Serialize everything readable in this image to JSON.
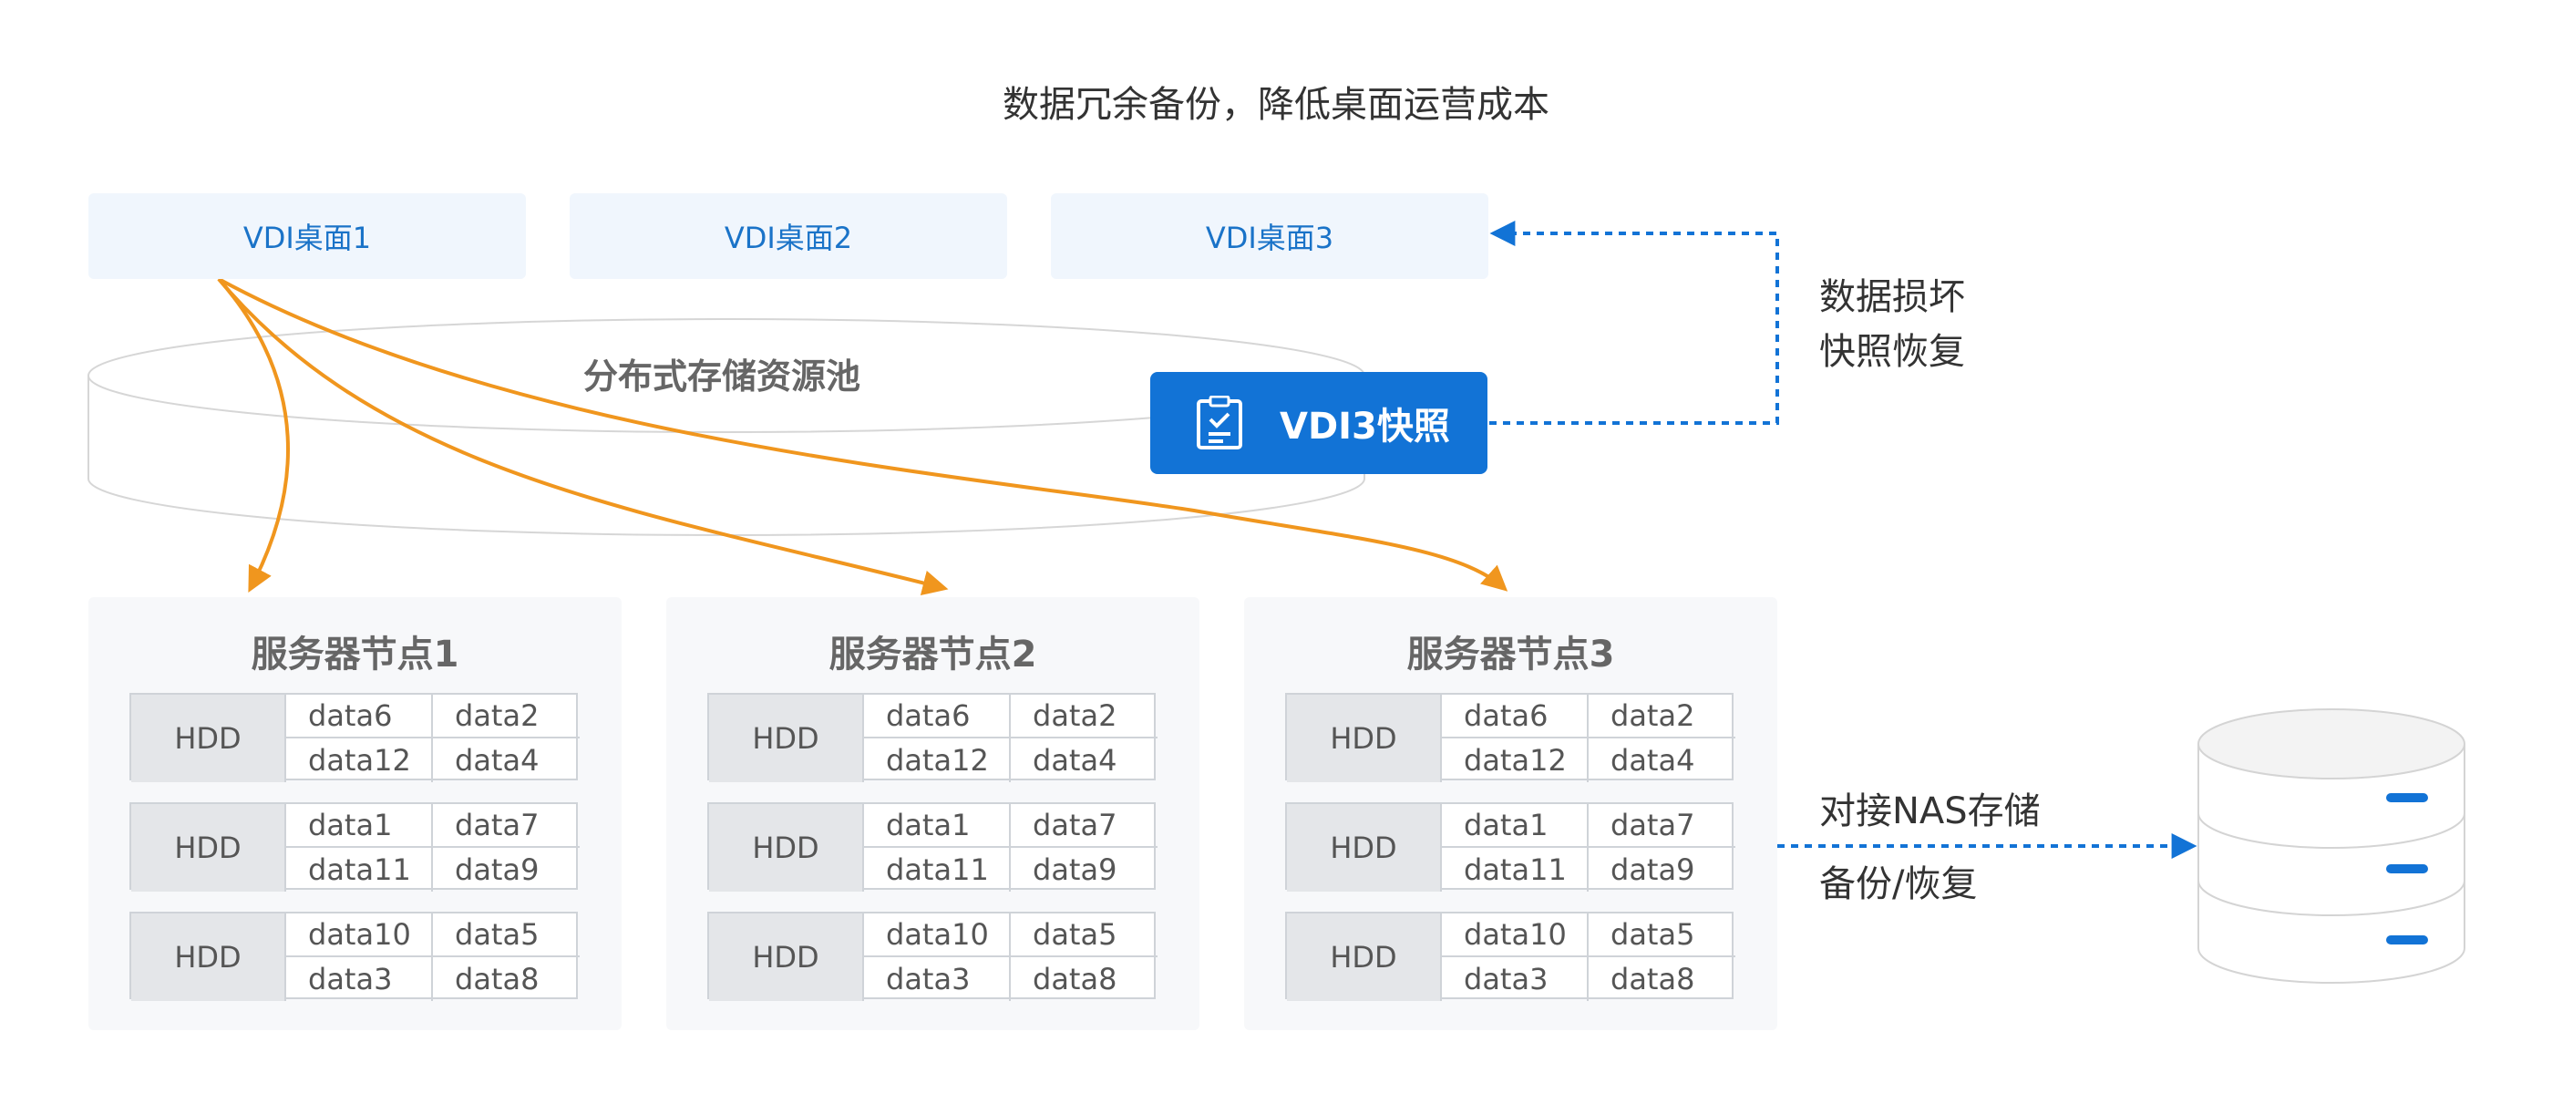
{
  "title": "数据冗余备份，降低桌面运营成本",
  "vdi_desktops": [
    "VDI桌面1",
    "VDI桌面2",
    "VDI桌面3"
  ],
  "pool_label": "分布式存储资源池",
  "snapshot_button": "VDI3快照",
  "snapshot_note": [
    "数据损坏",
    "快照恢复"
  ],
  "nas_note": [
    "对接NAS存储",
    "备份/恢复"
  ],
  "nodes": [
    {
      "title": "服务器节点1",
      "disks": [
        {
          "label": "HDD",
          "cells": [
            "data6",
            "data2",
            "data12",
            "data4"
          ]
        },
        {
          "label": "HDD",
          "cells": [
            "data1",
            "data7",
            "data11",
            "data9"
          ]
        },
        {
          "label": "HDD",
          "cells": [
            "data10",
            "data5",
            "data3",
            "data8"
          ]
        }
      ]
    },
    {
      "title": "服务器节点2",
      "disks": [
        {
          "label": "HDD",
          "cells": [
            "data6",
            "data2",
            "data12",
            "data4"
          ]
        },
        {
          "label": "HDD",
          "cells": [
            "data1",
            "data7",
            "data11",
            "data9"
          ]
        },
        {
          "label": "HDD",
          "cells": [
            "data10",
            "data5",
            "data3",
            "data8"
          ]
        }
      ]
    },
    {
      "title": "服务器节点3",
      "disks": [
        {
          "label": "HDD",
          "cells": [
            "data6",
            "data2",
            "data12",
            "data4"
          ]
        },
        {
          "label": "HDD",
          "cells": [
            "data1",
            "data7",
            "data11",
            "data9"
          ]
        },
        {
          "label": "HDD",
          "cells": [
            "data10",
            "data5",
            "data3",
            "data8"
          ]
        }
      ]
    }
  ],
  "colors": {
    "accent_blue": "#1273d6",
    "arrow_orange": "#f0961e",
    "vdi_bg": "#f0f6fd",
    "node_bg": "#f7f8fa"
  },
  "icons": {
    "snapshot": "clipboard-check-icon",
    "nas": "database-server-icon"
  }
}
